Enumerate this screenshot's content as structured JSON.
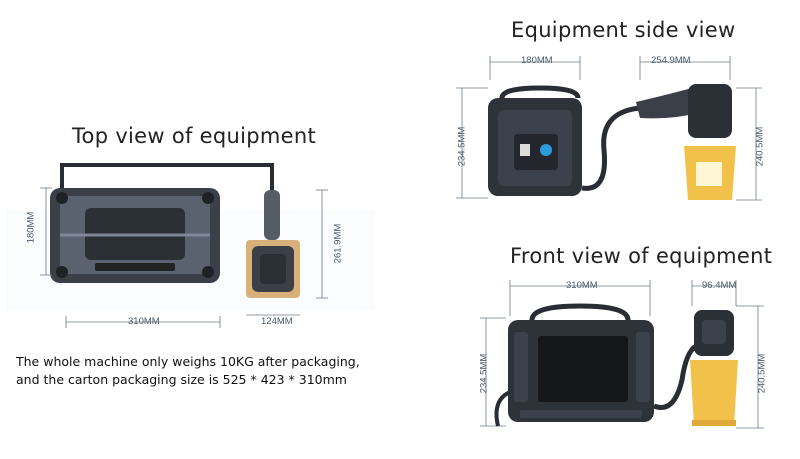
{
  "top_view": {
    "title": "Top view of equipment",
    "dims": {
      "width": "310MM",
      "height": "180MM",
      "head_height": "261.9MM",
      "head_width": "124MM"
    },
    "note_line1": "The whole machine only weighs 10KG after packaging,",
    "note_line2": "and the carton packaging size is 525 * 423 * 310mm"
  },
  "side_view": {
    "title": "Equipment side view",
    "dims": {
      "body_width": "180MM",
      "head_length": "254.9MM",
      "body_height": "234.5MM",
      "head_height": "240.5MM"
    }
  },
  "front_view": {
    "title": "Front view of equipment",
    "dims": {
      "body_width": "310MM",
      "head_width": "96.4MM",
      "body_height": "234.5MM",
      "head_height": "240.5MM"
    }
  },
  "colors": {
    "dim_line": "#6b7b8b",
    "device_dark": "#2b2f36",
    "lens_yellow": "#f2c14a"
  }
}
